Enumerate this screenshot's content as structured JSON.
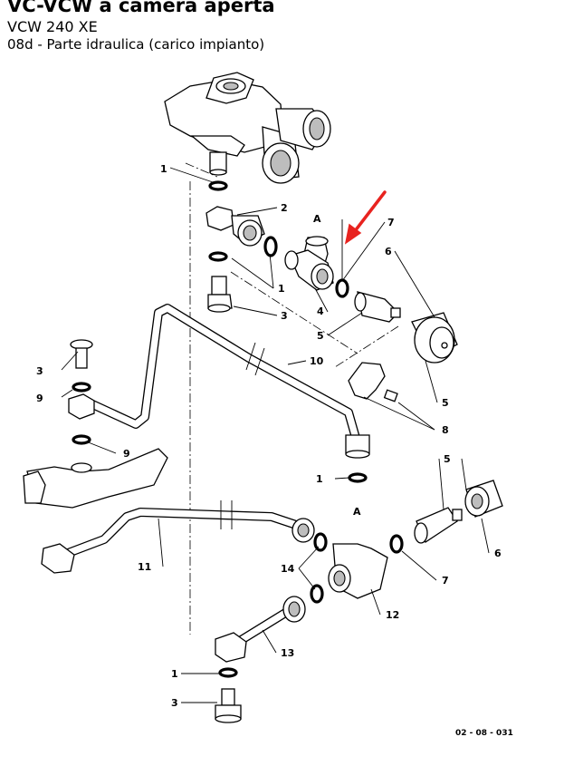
{
  "header": {
    "title": "VC-VCW a camera aperta",
    "model": "VCW 240 XE",
    "subtitle": "08d - Parte idraulica (carico impianto)"
  },
  "labels": {
    "n1": "1",
    "n2": "2",
    "n3": "3",
    "n4": "4",
    "n5": "5",
    "n6": "6",
    "n7": "7",
    "n8": "8",
    "n9": "9",
    "n10": "10",
    "n11": "11",
    "n12": "12",
    "n13": "13",
    "n14": "14",
    "a": "A"
  },
  "drawing_code": "02 - 08 - 031",
  "colors": {
    "arrow": "#e8231f"
  }
}
